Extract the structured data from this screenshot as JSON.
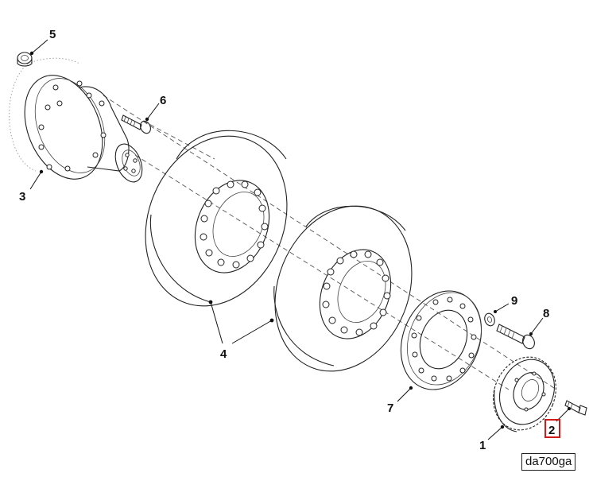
{
  "callouts": {
    "c1": "1",
    "c2": "2",
    "c3": "3",
    "c4": "4",
    "c5": "5",
    "c6": "6",
    "c7": "7",
    "c8": "8",
    "c9": "9"
  },
  "reference": "da700ga",
  "highlight_color": "#d21a1a",
  "highlighted_callout": "2"
}
